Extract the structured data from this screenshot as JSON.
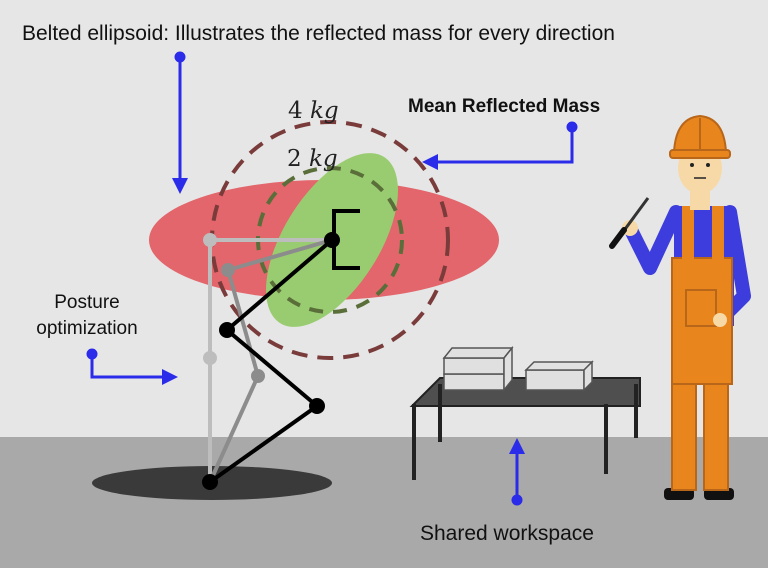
{
  "labels": {
    "title": "Belted ellipsoid: Illustrates the reflected mass for every direction",
    "mean_reflected_mass": "Mean Reflected Mass",
    "posture_optimization": "Posture optimization",
    "shared_workspace": "Shared workspace"
  },
  "mass_labels": {
    "outer_value": "4",
    "outer_unit": "kg",
    "inner_value": "2",
    "inner_unit": "kg"
  },
  "colors": {
    "background": "#e6e6e6",
    "floor": "#a9a9a9",
    "belted_ellipsoid": "#e2666b",
    "mean_ellipsoid": "#99cc70",
    "dashed_circle_outer": "#7a3b3b",
    "dashed_circle_inner": "#5a6e3a",
    "arrow": "#2b2bea",
    "robot_black": "#000000",
    "robot_gray": "#8c8c8c",
    "robot_lightgray": "#bdbdbd",
    "worker_orange": "#e8861d",
    "worker_blue": "#3d3dde",
    "skin": "#f7d9a7",
    "table": "#4f4f4f",
    "box": "#e0e0e0"
  }
}
